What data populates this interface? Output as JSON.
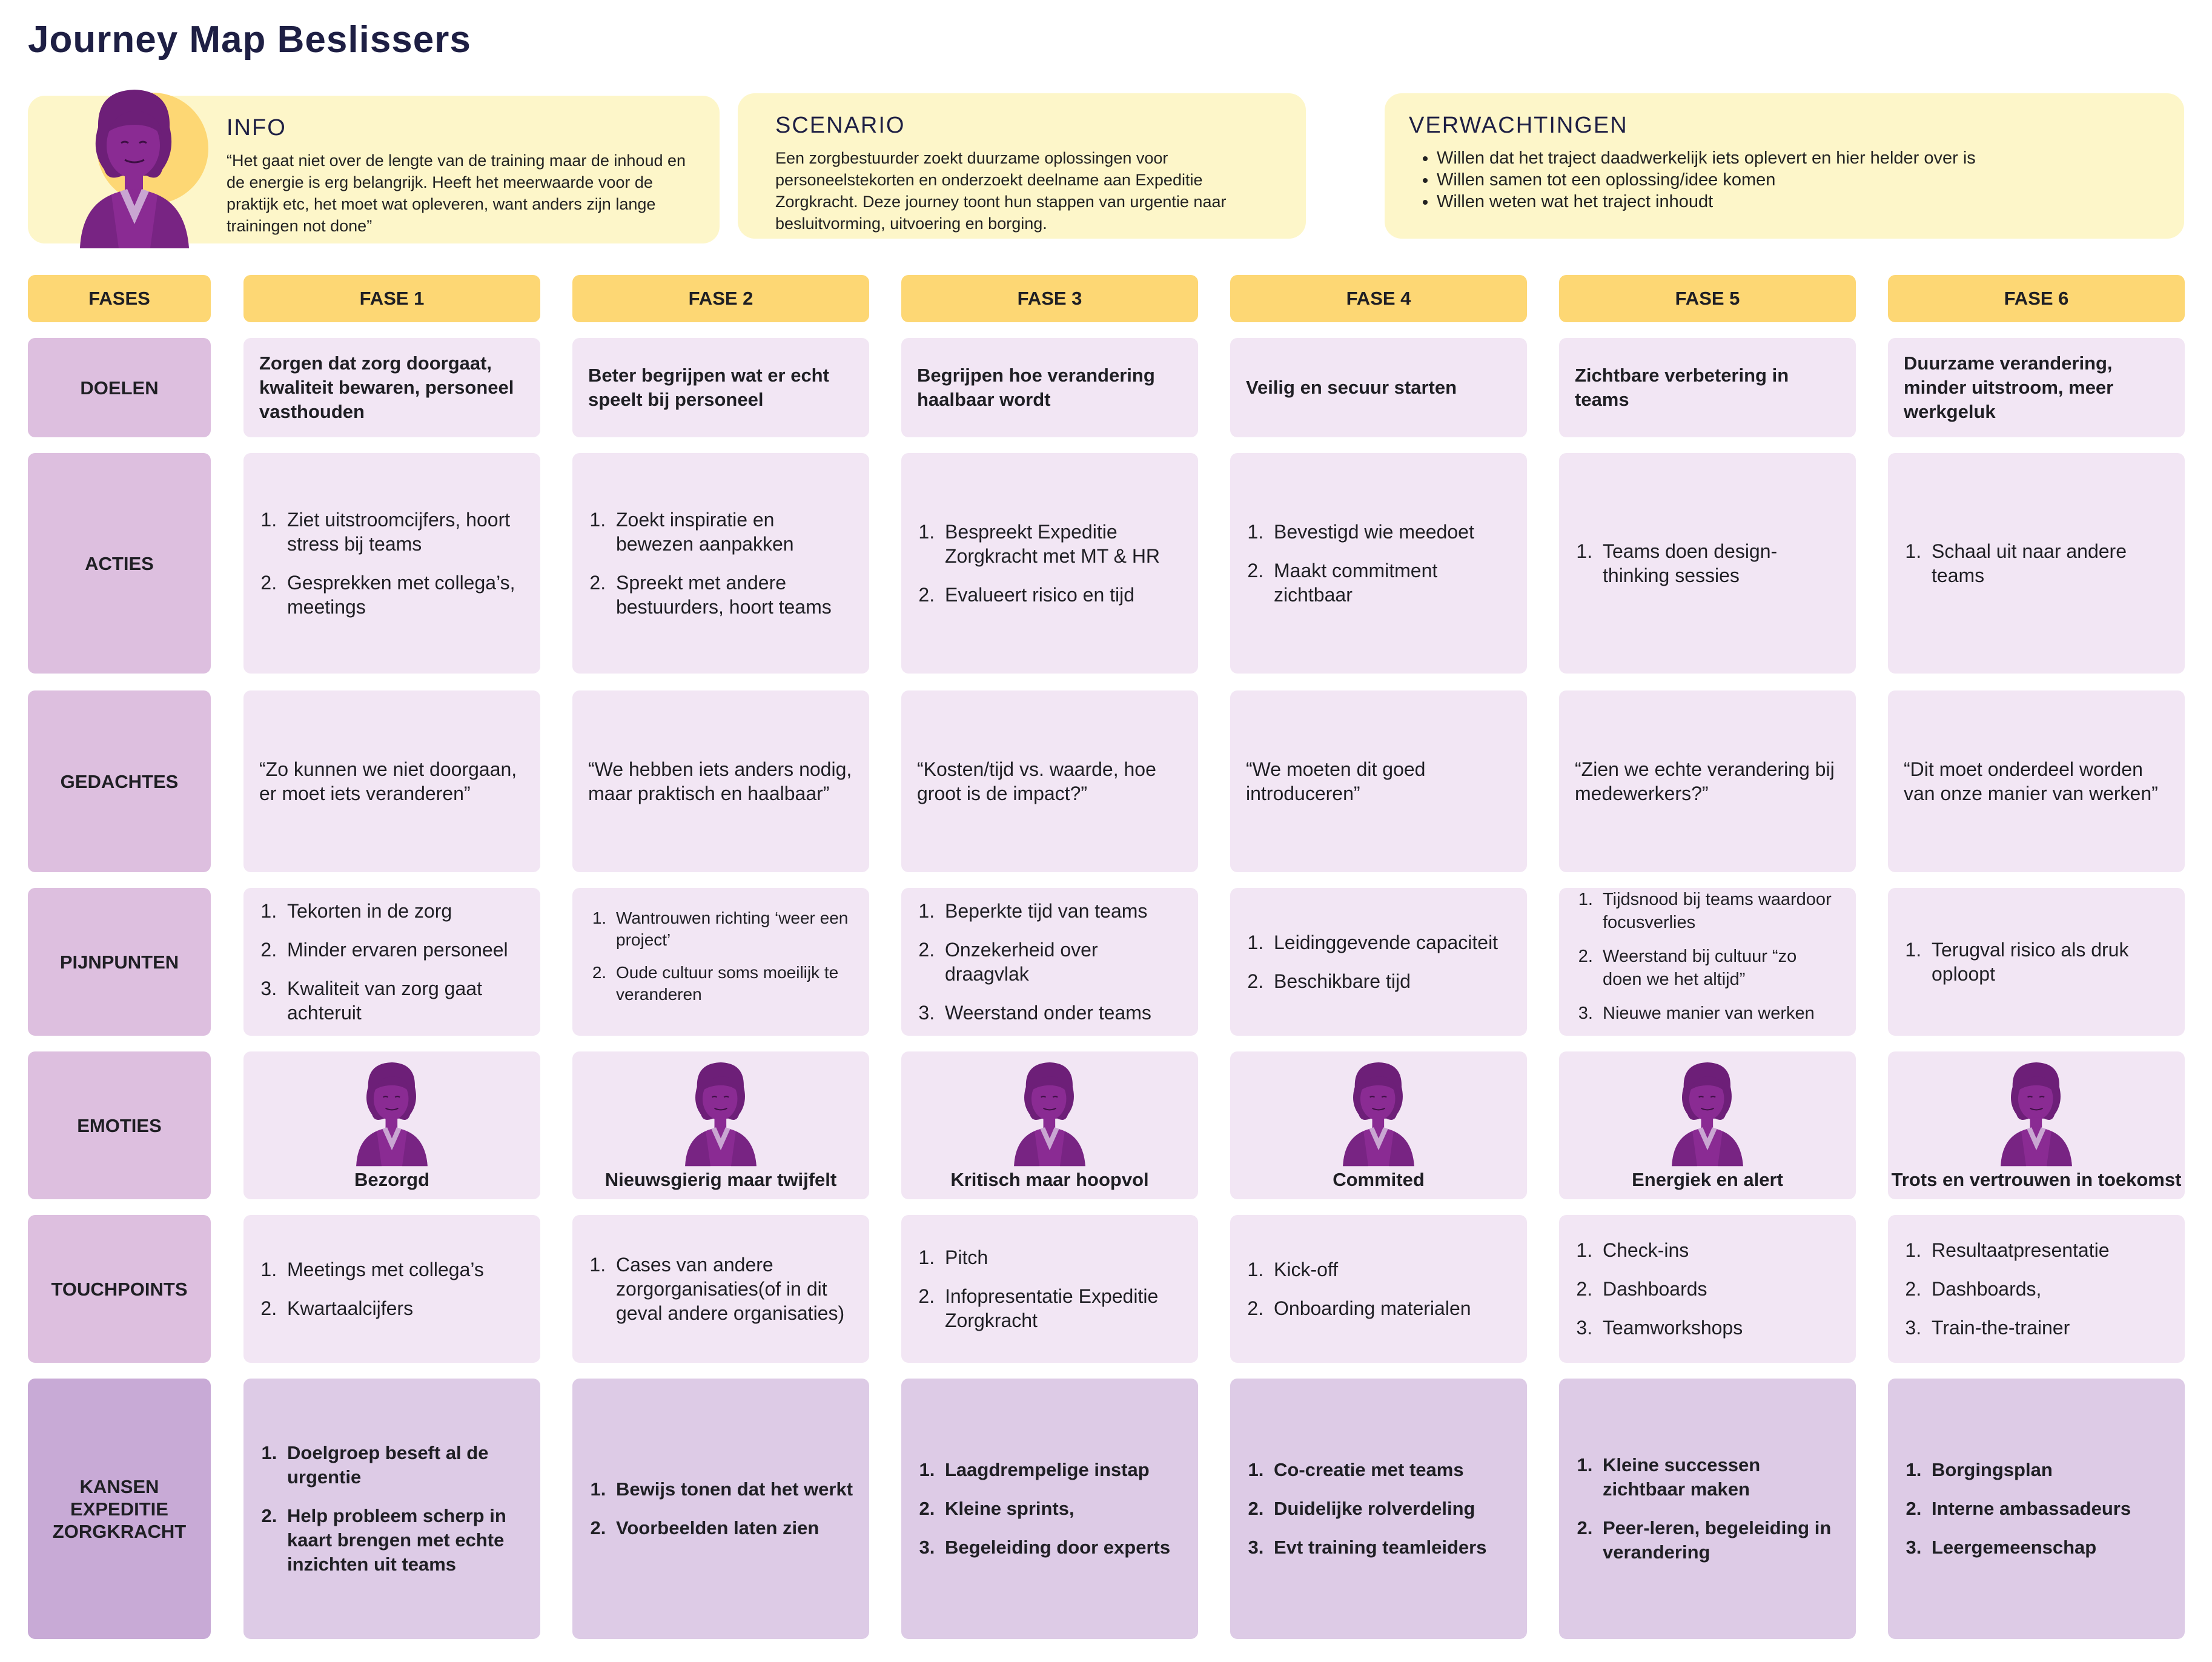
{
  "title": "Journey Map Beslissers",
  "info": {
    "heading": "INFO",
    "text": "“Het gaat niet over de lengte van de training maar de inhoud en de energie is erg belangrijk. Heeft het meerwaarde voor de praktijk etc, het moet wat opleveren, want anders zijn lange trainingen not done”"
  },
  "scenario": {
    "heading": "SCENARIO",
    "text": "Een zorgbestuurder zoekt duurzame oplossingen voor personeelstekorten en onderzoekt deelname aan Expeditie Zorgkracht. Deze journey toont hun stappen van urgentie naar besluitvorming, uitvoering en borging."
  },
  "verwachtingen": {
    "heading": "VERWACHTINGEN",
    "items": [
      "Willen dat het traject daadwerkelijk iets oplevert en hier helder over is",
      "Willen samen tot een oplossing/idee komen",
      "Willen weten wat het traject inhoudt"
    ]
  },
  "labels": {
    "fases": "FASES",
    "doelen": "DOELEN",
    "acties": "ACTIES",
    "gedachtes": "GEDACHTES",
    "pijnpunten": "PIJNPUNTEN",
    "emoties": "EMOTIES",
    "touchpoints": "TOUCHPOINTS",
    "kansen": "KANSEN EXPEDITIE ZORGKRACHT"
  },
  "phases": [
    {
      "name": "FASE 1",
      "doel": "Zorgen dat zorg doorgaat, kwaliteit bewaren, personeel vasthouden",
      "acties": [
        "Ziet uitstroomcijfers, hoort stress bij teams",
        " Gesprekken met collega’s, meetings"
      ],
      "gedachte": "“Zo kunnen we niet doorgaan, er moet iets veranderen”",
      "pijnpunten": [
        "Tekorten in de zorg",
        "Minder ervaren personeel",
        "Kwaliteit van zorg gaat achteruit"
      ],
      "emotie": "Bezorgd",
      "touchpoints": [
        "Meetings met  collega’s",
        "Kwartaalcijfers"
      ],
      "kansen": [
        "Doelgroep beseft al de urgentie",
        "Help probleem scherp in kaart brengen met echte inzichten uit teams"
      ]
    },
    {
      "name": "FASE 2",
      "doel": "Beter begrijpen wat er echt speelt bij personeel",
      "acties": [
        "Zoekt inspiratie en bewezen aanpakken",
        "Spreekt met andere bestuurders, hoort teams"
      ],
      "gedachte": "“We hebben iets anders nodig, maar praktisch en haalbaar”",
      "pijnpunten": [
        "Wantrouwen richting ‘weer een project’",
        "Oude cultuur soms moeilijk te veranderen"
      ],
      "emotie": "Nieuwsgierig maar twijfelt",
      "touchpoints": [
        "Cases van andere zorgorganisaties(of in dit geval andere organisaties)"
      ],
      "kansen": [
        "Bewijs tonen dat het werkt",
        "Voorbeelden laten zien"
      ]
    },
    {
      "name": "FASE 3",
      "doel": "Begrijpen hoe verandering haalbaar wordt",
      "acties": [
        "Bespreekt Expeditie Zorgkracht met MT & HR",
        "Evalueert risico en tijd"
      ],
      "gedachte": "“Kosten/tijd vs. waarde, hoe groot is de impact?”",
      "pijnpunten": [
        "Beperkte tijd van teams",
        "Onzekerheid over draagvlak",
        "Weerstand onder teams"
      ],
      "emotie": "Kritisch maar hoopvol",
      "touchpoints": [
        "Pitch",
        "Infopresentatie Expeditie Zorgkracht"
      ],
      "kansen": [
        "Laagdrempelige instap",
        "Kleine sprints,",
        "Begeleiding door experts"
      ]
    },
    {
      "name": "FASE 4",
      "doel": "Veilig en secuur starten",
      "acties": [
        "Bevestigd wie meedoet",
        "Maakt commitment zichtbaar"
      ],
      "gedachte": "“We moeten dit goed introduceren”",
      "pijnpunten": [
        "Leidinggevende capaciteit",
        "Beschikbare tijd"
      ],
      "emotie": "Commited",
      "touchpoints": [
        "Kick-off",
        "Onboarding materialen"
      ],
      "kansen": [
        "Co-creatie met teams",
        "Duidelijke rolverdeling",
        "Evt training teamleiders"
      ]
    },
    {
      "name": "FASE 5",
      "doel": "Zichtbare verbetering in teams",
      "acties": [
        "Teams doen design-thinking sessies"
      ],
      "gedachte": "“Zien we echte verandering bij medewerkers?”",
      "pijnpunten": [
        "Tijdsnood bij teams waardoor focusverlies",
        "Weerstand bij cultuur “zo doen we het altijd”",
        "Nieuwe manier van werken"
      ],
      "emotie": "Energiek en alert",
      "touchpoints": [
        "Check-ins",
        "Dashboards",
        "Teamworkshops"
      ],
      "kansen": [
        "Kleine successen zichtbaar maken",
        "Peer-leren, begeleiding in verandering"
      ]
    },
    {
      "name": "FASE 6",
      "doel": "Duurzame verandering, minder uitstroom, meer werkgeluk",
      "acties": [
        "Schaal uit naar andere teams"
      ],
      "gedachte": "“Dit moet onderdeel worden van onze manier van werken”",
      "pijnpunten": [
        "Terugval risico als druk oploopt"
      ],
      "emotie": "Trots en vertrouwen in toekomst",
      "touchpoints": [
        "Resultaatpresentatie",
        "Dashboards,",
        "Train-the-trainer"
      ],
      "kansen": [
        "Borgingsplan",
        "Interne ambassadeurs",
        "Leergemeenschap"
      ]
    }
  ],
  "colors": {
    "phase_header": "#fdd774",
    "row_label": "#ddbfdf",
    "cell": "#f2e6f4",
    "kansen_label": "#c8aad6",
    "kansen_cell": "#ddcbe6",
    "top_box": "#fdf6c9",
    "avatar_purple": "#8a2b93",
    "avatar_sun": "#fdd774"
  },
  "icons": {
    "persona": "persona-avatar-icon"
  }
}
